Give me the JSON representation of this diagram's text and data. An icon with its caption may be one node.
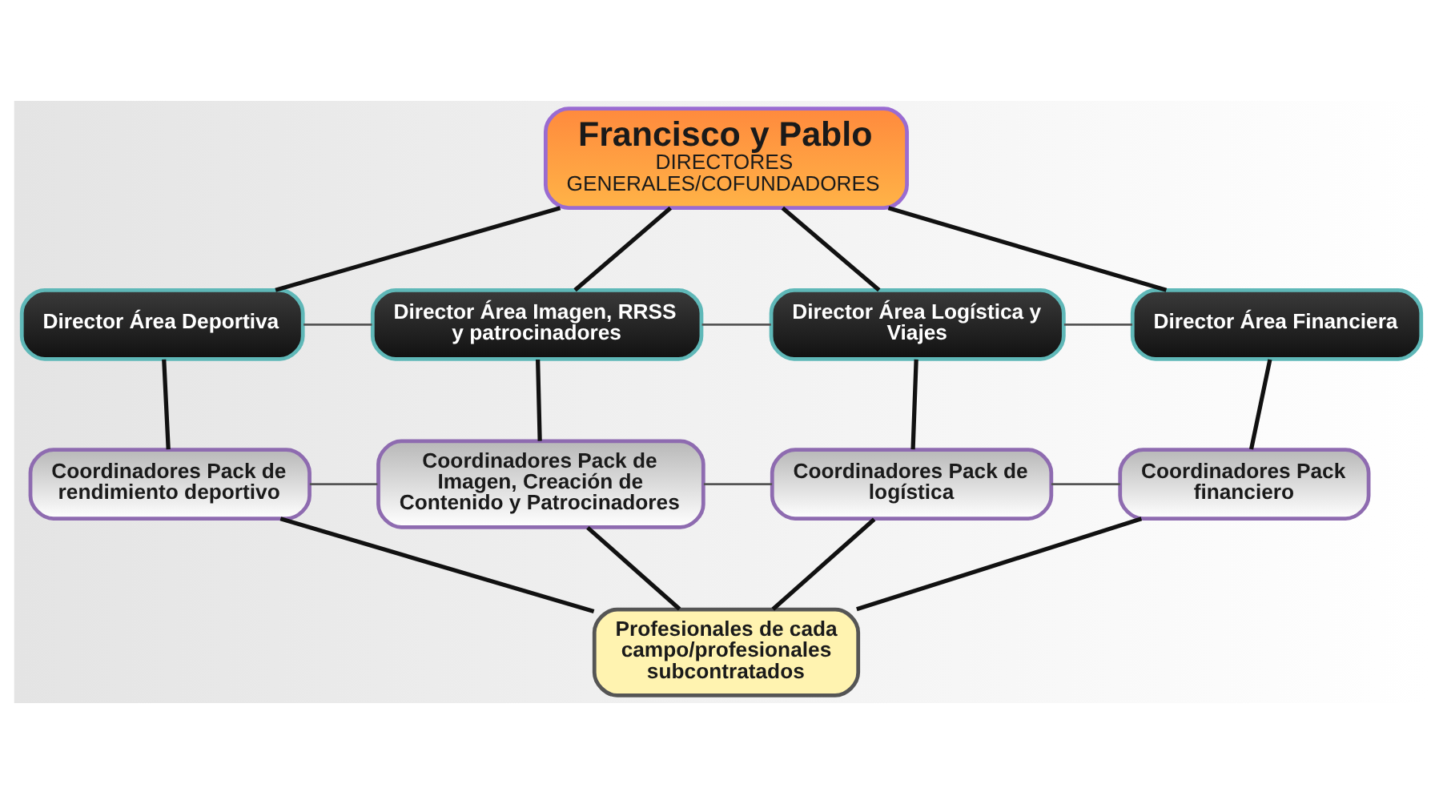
{
  "diagram": {
    "nodes": [
      {
        "text": [
          "Francisco y Pablo",
          "DIRECTORES GENERALES/COFUNDADORES"
        ]
      },
      {
        "text": [
          "Director Área Deportiva"
        ]
      },
      {
        "text": [
          "Director Área Imagen, RRSS y patrocinadores"
        ]
      },
      {
        "text": [
          "Director Área Logística y Viajes"
        ]
      },
      {
        "text": [
          "Director Área Financiera"
        ]
      },
      {
        "text": [
          "Coordinadores Pack de rendimiento deportivo"
        ]
      },
      {
        "text": [
          "Coordinadores Pack de Imagen, Creación de Contenido y Patrocinadores"
        ]
      },
      {
        "text": [
          "Coordinadores Pack de logística"
        ]
      },
      {
        "text": [
          "Coordinadores Pack financiero"
        ]
      },
      {
        "text": [
          "Profesionales de cada campo/profesionales subcontratados"
        ]
      }
    ],
    "edges": [
      {
        "from": 0,
        "to": 1,
        "arrow": "none"
      },
      {
        "from": 0,
        "to": 2,
        "arrow": "none"
      },
      {
        "from": 0,
        "to": 3,
        "arrow": "none"
      },
      {
        "from": 0,
        "to": 4,
        "arrow": "none"
      },
      {
        "from": 1,
        "to": 2,
        "arrow": "none"
      },
      {
        "from": 2,
        "to": 3,
        "arrow": "none"
      },
      {
        "from": 3,
        "to": 4,
        "arrow": "none"
      },
      {
        "from": 1,
        "to": 5,
        "arrow": "none"
      },
      {
        "from": 2,
        "to": 6,
        "arrow": "none"
      },
      {
        "from": 3,
        "to": 7,
        "arrow": "none"
      },
      {
        "from": 4,
        "to": 8,
        "arrow": "none"
      },
      {
        "from": 5,
        "to": 6,
        "arrow": "none"
      },
      {
        "from": 6,
        "to": 7,
        "arrow": "none"
      },
      {
        "from": 7,
        "to": 8,
        "arrow": "none"
      },
      {
        "from": 5,
        "to": 9,
        "arrow": "none"
      },
      {
        "from": 6,
        "to": 9,
        "arrow": "none"
      },
      {
        "from": 7,
        "to": 9,
        "arrow": "none"
      },
      {
        "from": 8,
        "to": 9,
        "arrow": "none"
      }
    ]
  }
}
